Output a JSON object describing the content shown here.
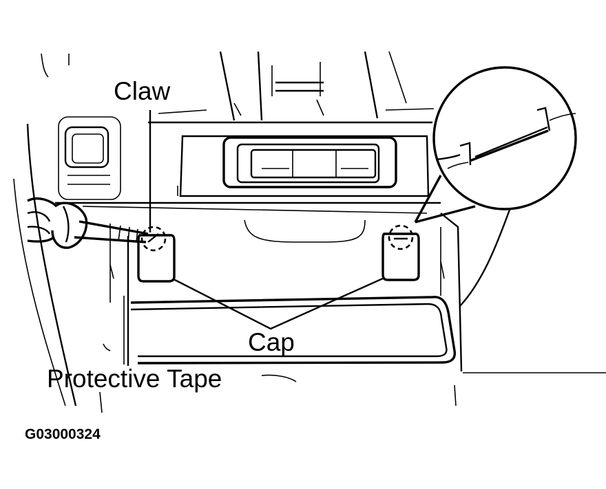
{
  "labels": {
    "claw": "Claw",
    "cap": "Cap",
    "protective_tape": "Protective Tape"
  },
  "figure_code": "G03000324"
}
